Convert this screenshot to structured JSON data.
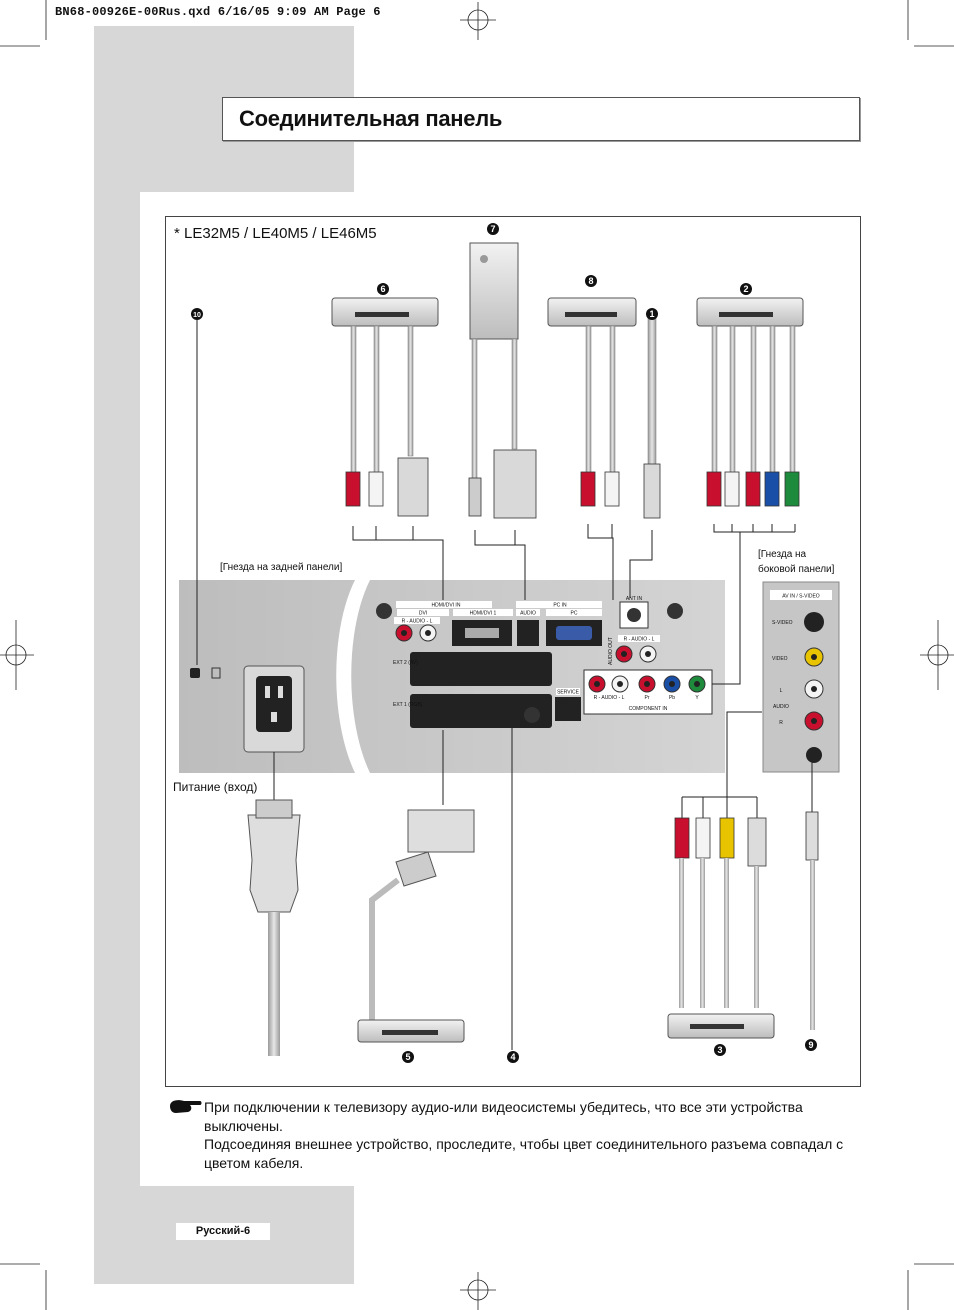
{
  "file_header": "BN68-00926E-00Rus.qxd  6/16/05 9:09 AM  Page 6",
  "title": "Соединительная панель",
  "models": "* LE32M5 / LE40M5 / LE46M5",
  "labels": {
    "rear_jacks": "[Гнезда на задней панели]",
    "side_jacks_1": "[Гнезда на",
    "side_jacks_2": "боковой панели]",
    "power_in": "Питание (вход)"
  },
  "panel_labels": {
    "hdmi_dvi_in": "HDMI/DVI IN",
    "dvi": "DVI",
    "hdmi_dvi_1": "HDMI/DVI 1",
    "audio": "AUDIO",
    "pc_in": "PC IN",
    "pc": "PC",
    "ant_in": "ANT IN",
    "audio_r_l": "R - AUDIO - L",
    "audio_out": "AUDIO OUT",
    "ext2": "EXT 2 (AV)",
    "ext1": "EXT 1 (RGB)",
    "service": "SERVICE",
    "component_in": "COMPONENT IN",
    "pr": "Pr",
    "pb": "Pb",
    "y": "Y",
    "av_in_svideo": "AV IN / S-VIDEO",
    "s_video": "S-VIDEO",
    "video": "VIDEO",
    "l": "L",
    "audio_side": "AUDIO",
    "r": "R"
  },
  "callouts": [
    "1",
    "2",
    "3",
    "4",
    "5",
    "6",
    "7",
    "8",
    "9",
    "10"
  ],
  "note": {
    "icon": "pointing-hand-icon",
    "line1": "При подключении к телевизору аудио-или видеосистемы убедитесь, что все эти устройства выключены.",
    "line2": "Подсоединяя внешнее устройство, проследите, чтобы цвет соединительного разъема совпадал с цветом кабеля."
  },
  "page_label": "Русский-6",
  "colors": {
    "red": "#c8102e",
    "white": "#f4f4f4",
    "yellow": "#e8c400",
    "blue": "#1a4fa8",
    "green": "#1e8a3c",
    "panel_gray": "#c9c9c9",
    "strip_gray": "#d7d7d7"
  }
}
